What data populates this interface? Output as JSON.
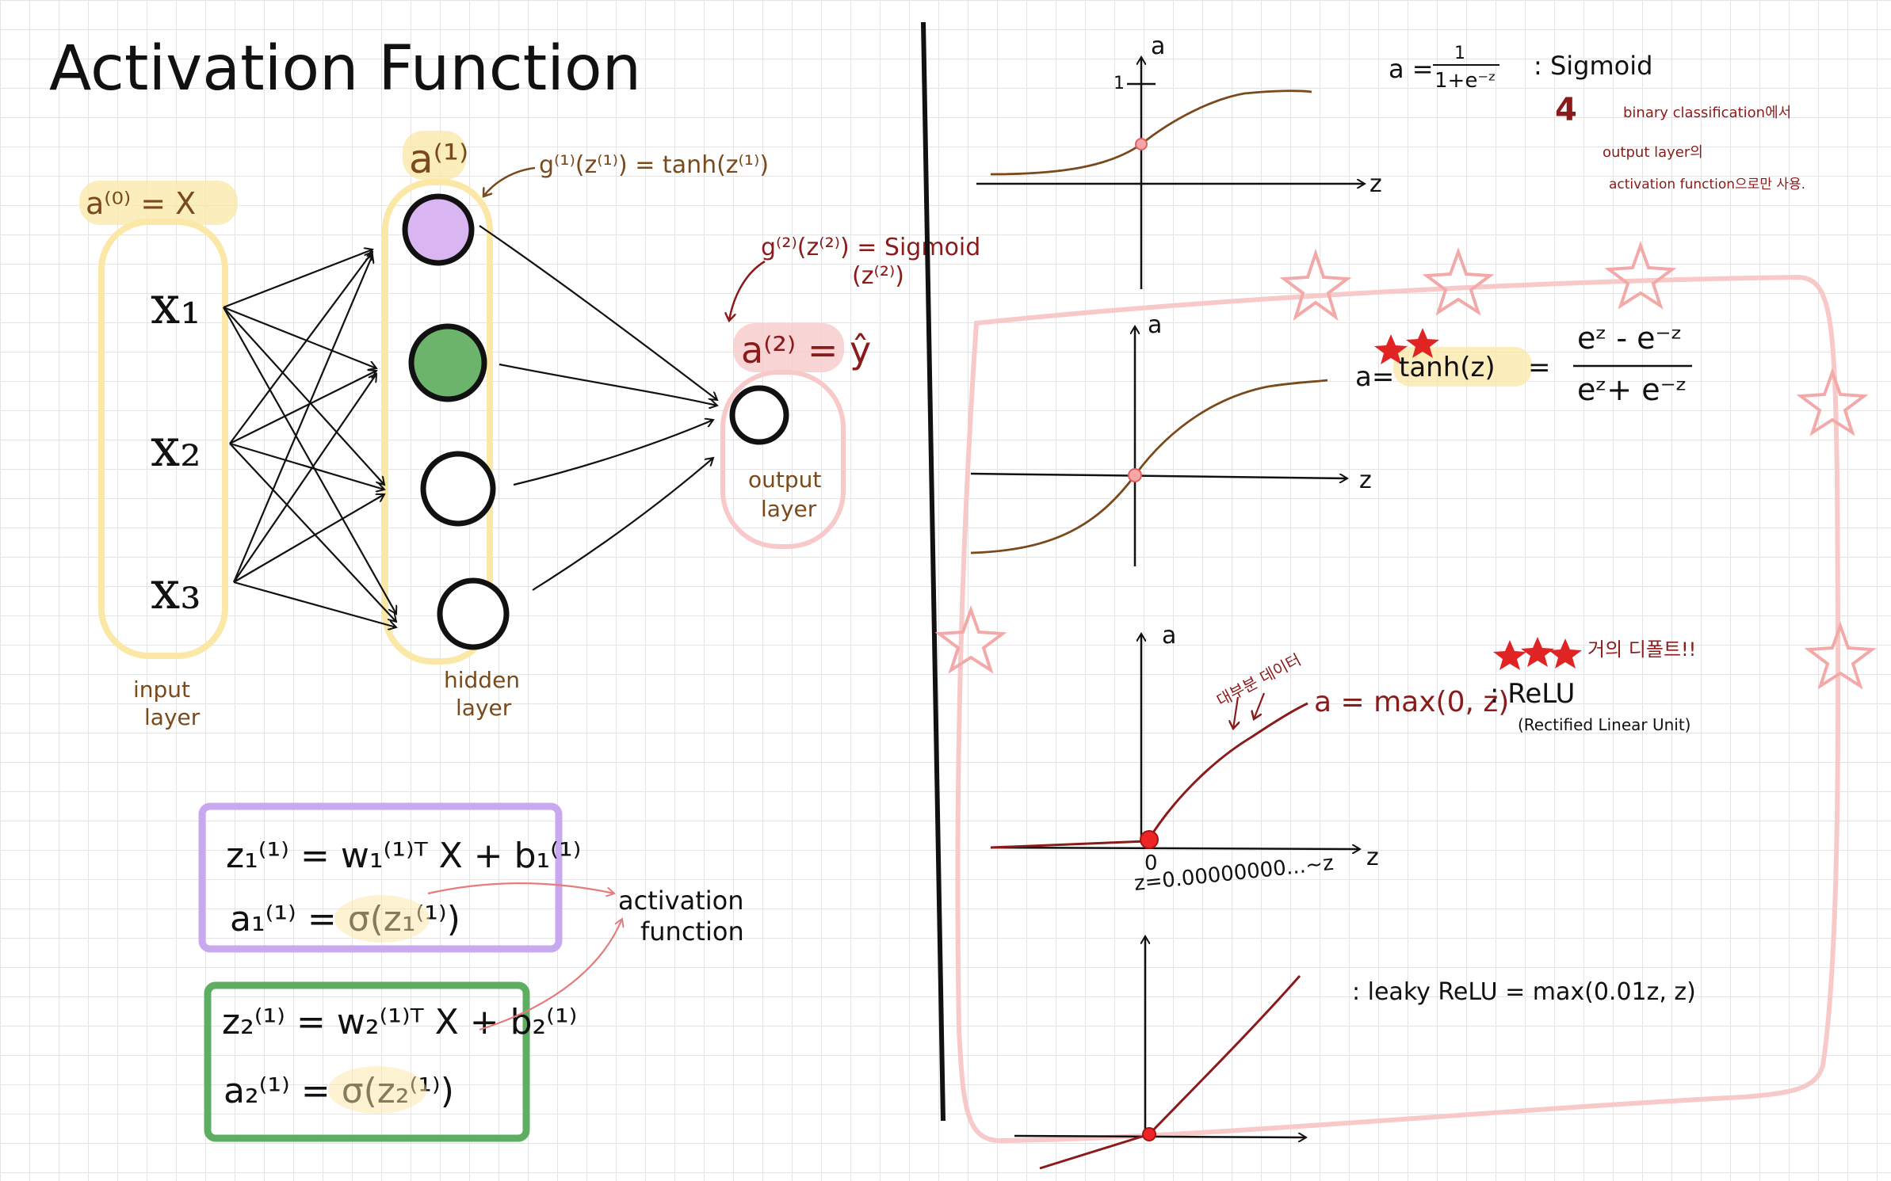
{
  "title": "Activation Function",
  "network": {
    "input_eq": "a⁽⁰⁾ = X",
    "inputs": [
      "x₁",
      "x₂",
      "x₃"
    ],
    "input_label": [
      "input",
      "layer"
    ],
    "hidden_label": [
      "hidden",
      "layer"
    ],
    "output_label": [
      "output",
      "layer"
    ],
    "hidden_a": "a⁽¹⁾",
    "hidden_g": "g⁽¹⁾(z⁽¹⁾) = tanh(z⁽¹⁾)",
    "output_g_line1": "g⁽²⁾(z⁽²⁾) = Sigmoid",
    "output_g_line2": "(z⁽²⁾)",
    "output_a": "a⁽²⁾ = ŷ",
    "node_colors": {
      "hidden1": "#d9b5f2",
      "hidden2": "#6cb46c",
      "hidden3": "#ffffff",
      "hidden4": "#ffffff",
      "output": "#ffffff"
    }
  },
  "formulas": {
    "purple_box": {
      "line1": "z₁⁽¹⁾ = w₁⁽¹⁾ᵀ X + b₁⁽¹⁾",
      "line2": "a₁⁽¹⁾ = σ(z₁⁽¹⁾)",
      "border_color": "#c8a8ef"
    },
    "green_box": {
      "line1": "z₂⁽¹⁾ = w₂⁽¹⁾ᵀ X + b₂⁽¹⁾",
      "line2": "a₂⁽¹⁾ = σ(z₂⁽¹⁾)",
      "border_color": "#5eae62"
    },
    "activation_label": [
      "activation",
      "function"
    ]
  },
  "graphs": {
    "sigmoid": {
      "axis_y": "a",
      "axis_x": "z",
      "tick": "1",
      "formula_left": "a =",
      "formula_num": "1",
      "formula_den": "1+e⁻ᶻ",
      "name": ": Sigmoid",
      "note_mark": "4",
      "note_line1": "binary classification에서",
      "note_line2": "output layer의",
      "note_line3": "activation function으로만 사용."
    },
    "tanh": {
      "axis_y": "a",
      "axis_x": "z",
      "formula_left": "a=",
      "formula_fn": "tanh(z)",
      "formula_eq": "=",
      "formula_num": "eᶻ - e⁻ᶻ",
      "formula_den": "eᶻ+ e⁻ᶻ"
    },
    "relu": {
      "axis_y": "a",
      "axis_x": "z",
      "note_data": "대부분 데이터",
      "formula": "a = max(0, z)",
      "name": ": ReLU",
      "full_name": "(Rectified  Linear  Unit)",
      "star_note": "거의 디폴트!!",
      "zero_mark": "0",
      "zero_note": "z=0.00000000...~z"
    },
    "leaky": {
      "formula": ": leaky  ReLU  = max(0.01z, z)"
    },
    "colors": {
      "curve": "#7a4a1c",
      "relu": "#8b1a1a",
      "highlight_box": "#f7c9c9",
      "star": "#f4a9a9",
      "note": "#8b1a1a"
    }
  }
}
